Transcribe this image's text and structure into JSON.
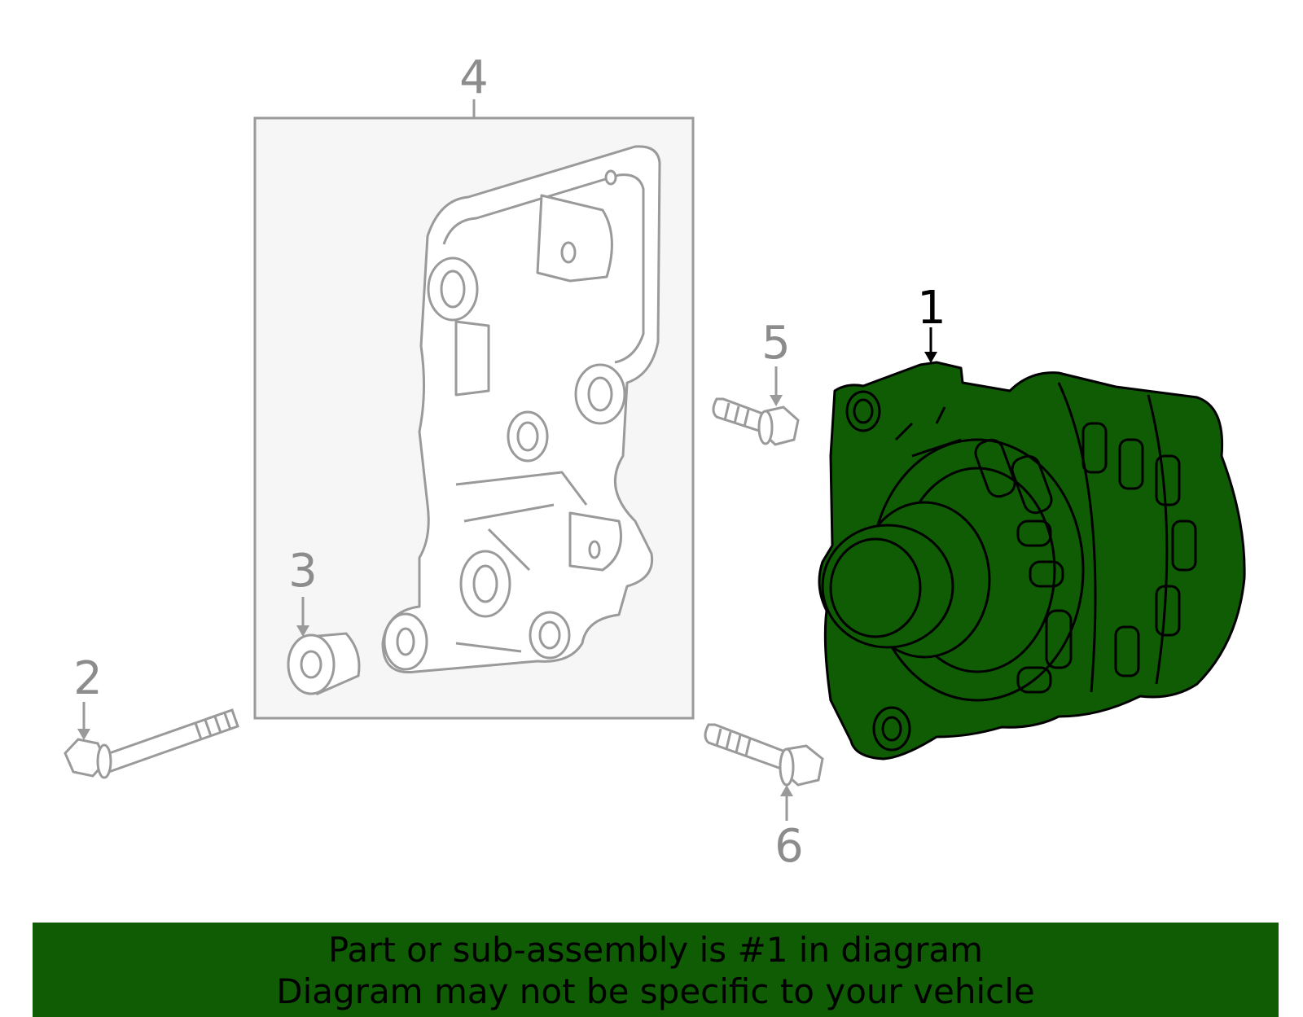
{
  "callouts": {
    "c1": "1",
    "c2": "2",
    "c3": "3",
    "c4": "4",
    "c5": "5",
    "c6": "6"
  },
  "banner": {
    "line1": "Part or sub-assembly is #1 in diagram",
    "line2": "Diagram may not be specific to your vehicle"
  },
  "colors": {
    "highlight": "#0f5c05",
    "outline_gray": "#9a9a9a",
    "bracket_bg": "#f6f6f6"
  },
  "icons": {
    "part_1": "alternator-icon",
    "part_2": "long-bolt-icon",
    "part_3": "bushing-icon",
    "part_4": "mounting-bracket-icon",
    "part_5": "short-bolt-icon",
    "part_6": "bolt-icon"
  }
}
